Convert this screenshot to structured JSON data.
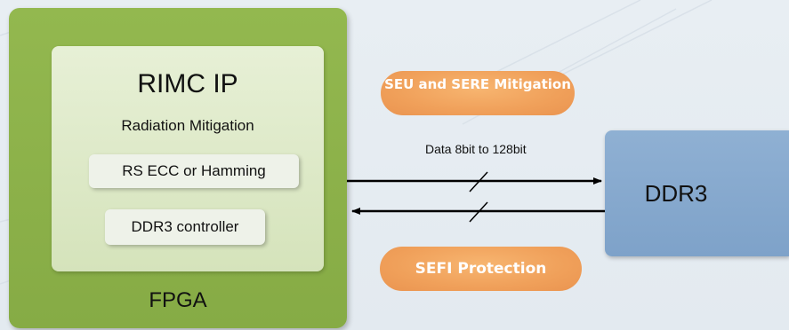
{
  "fpga": {
    "label": "FPGA",
    "rimc": {
      "title": "RIMC IP",
      "subtitle": "Radiation Mitigation",
      "ecc_label": "RS ECC or Hamming",
      "controller_label": "DDR3 controller"
    }
  },
  "badges": {
    "seu": "SEU and SERE Mitigation",
    "sefi": "SEFI Protection"
  },
  "link": {
    "data_label": "Data 8bit to 128bit"
  },
  "ddr3": {
    "label": "DDR3"
  },
  "colors": {
    "fpga_green": "#8cb24a",
    "rimc_panel": "#dfe9cb",
    "badge_orange": "#f0a05a",
    "ddr3_blue": "#87a9ce"
  }
}
